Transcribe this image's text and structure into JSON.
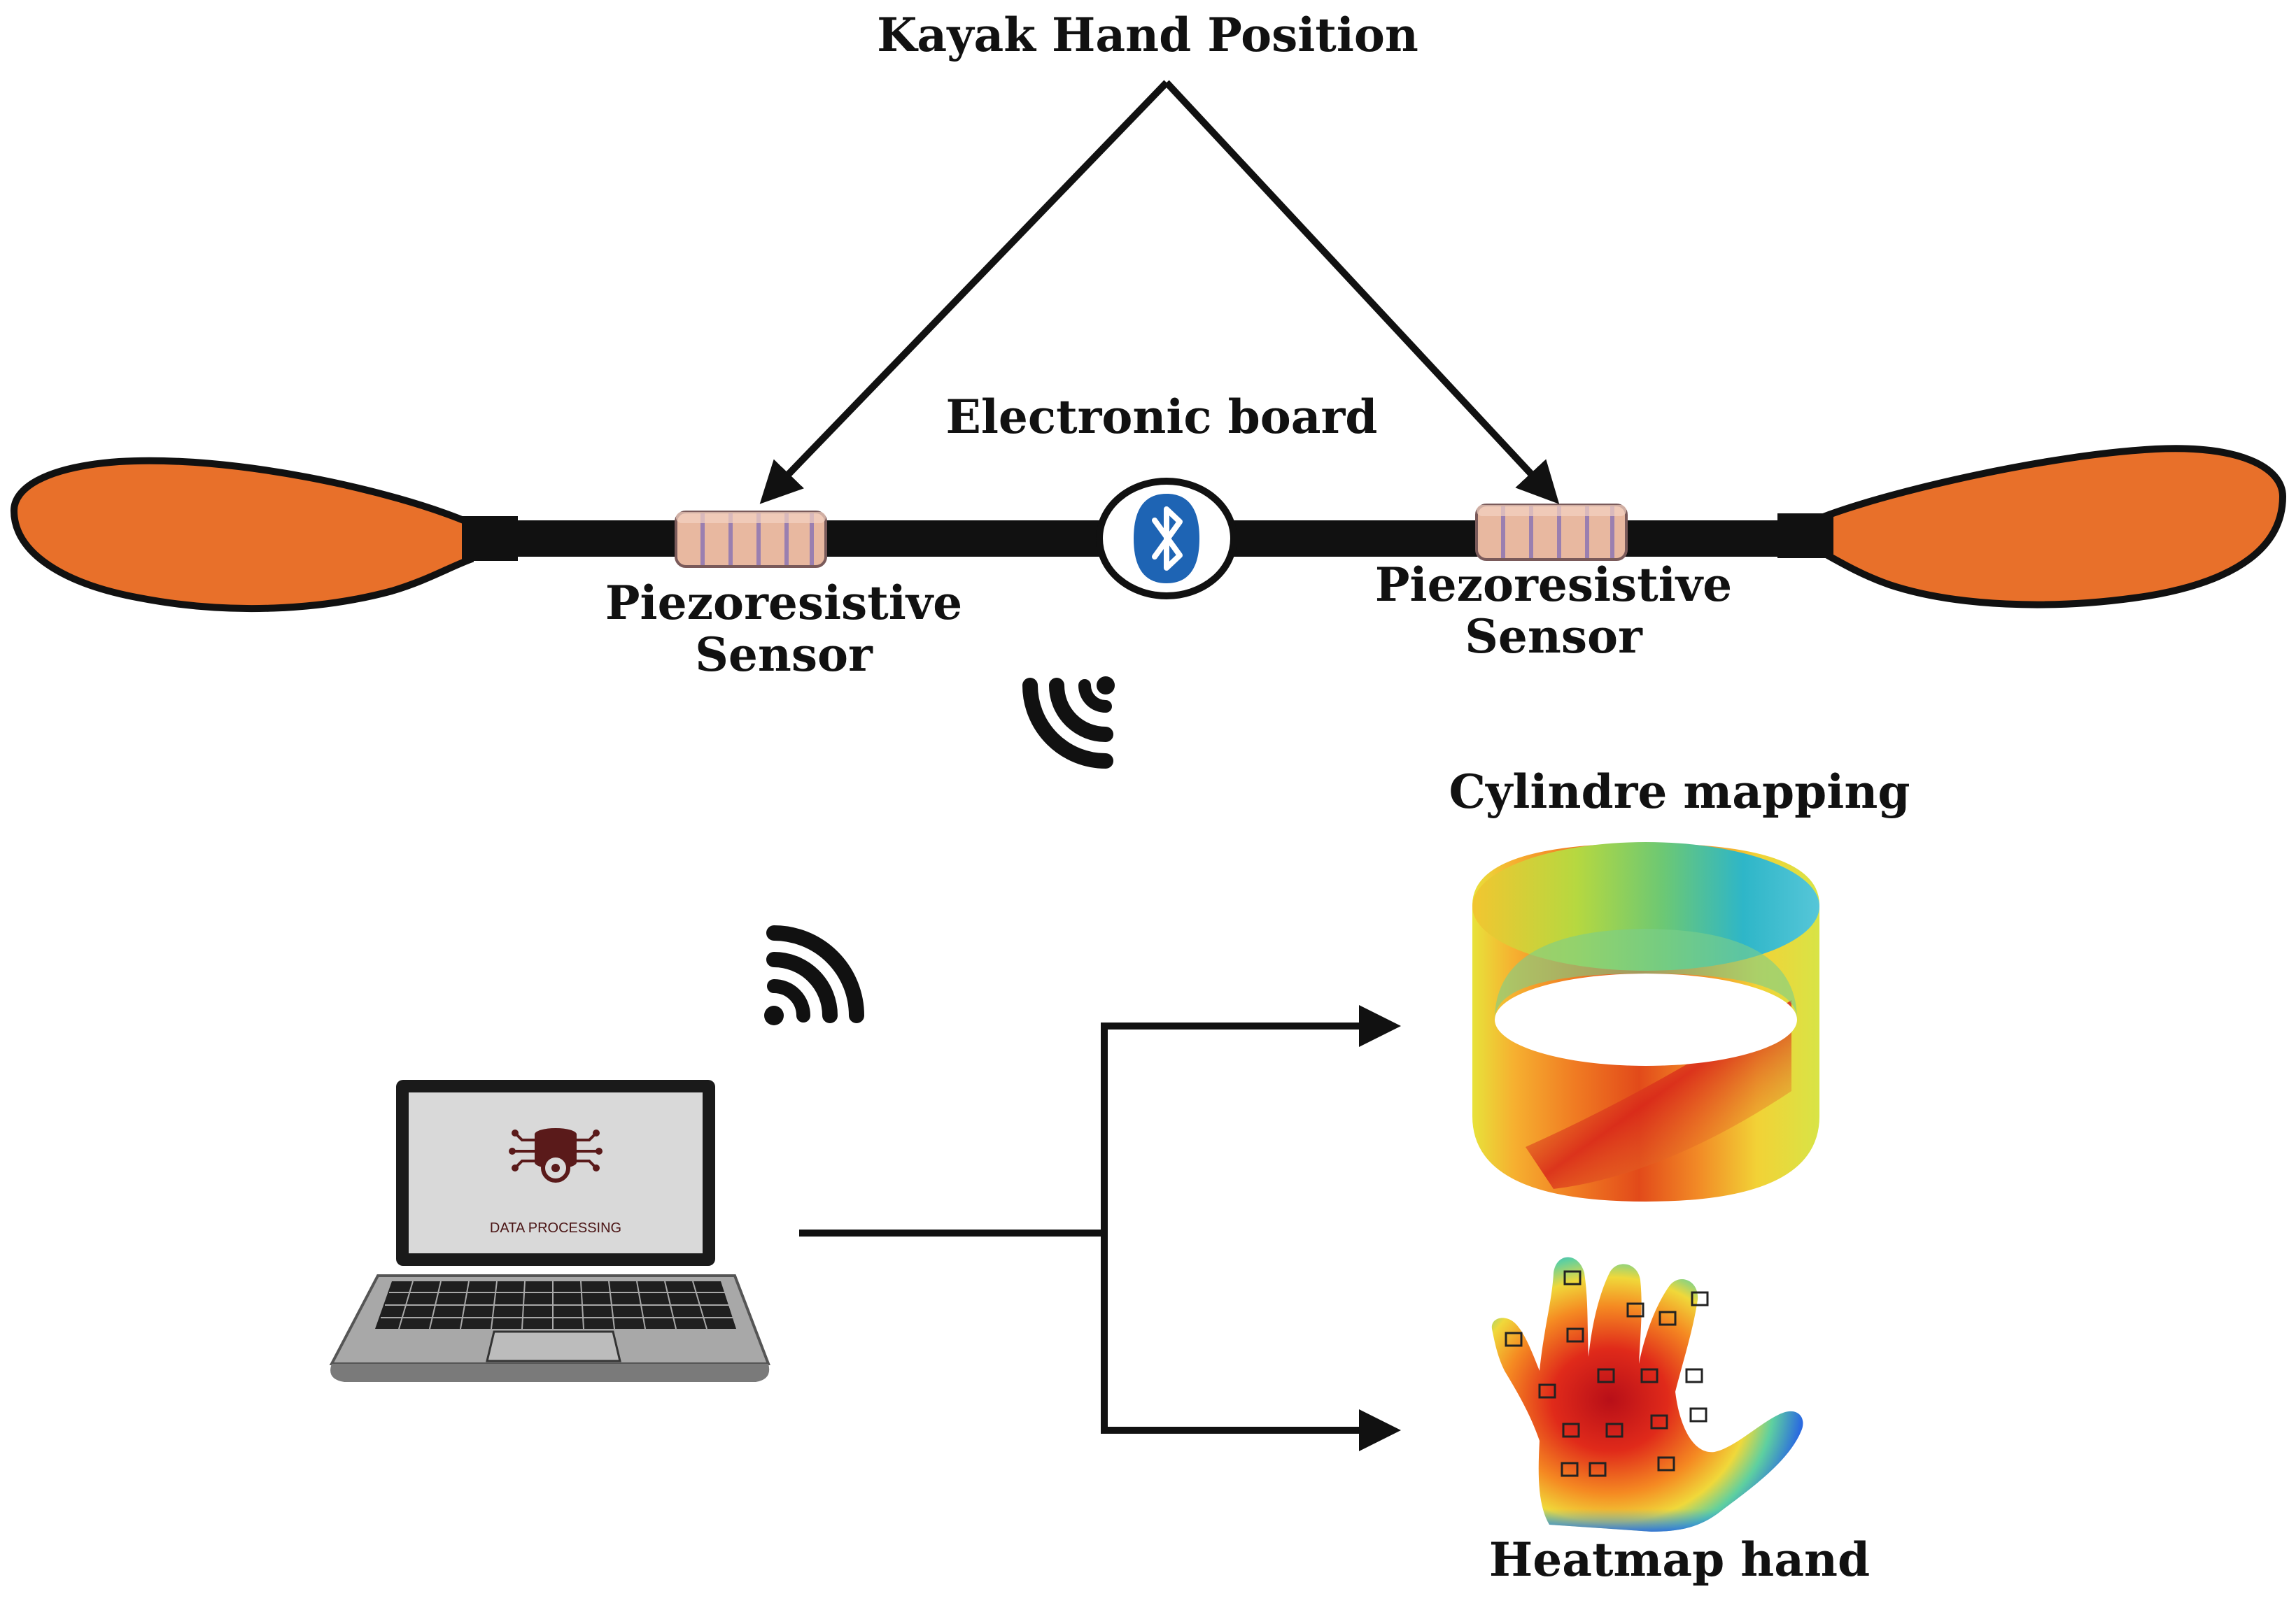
{
  "title": "Kayak Hand Position",
  "board_label": "Electronic board",
  "sensor_left": {
    "line1": "Piezoresistive",
    "line2": "Sensor"
  },
  "sensor_right": {
    "line1": "Piezoresistive",
    "line2": "Sensor"
  },
  "laptop_screen_text": "DATA PROCESSING",
  "cylinder_label": "Cylindre mapping",
  "hand_label": "Heatmap hand",
  "icons": [
    "paddle-blade-icon",
    "bluetooth-icon",
    "wireless-signal-icon",
    "laptop-icon",
    "database-gear-icon",
    "cylinder-heatmap-icon",
    "hand-heatmap-icon"
  ],
  "colors": {
    "blade": "#e8702a",
    "shaft": "#111111",
    "sensor": "#e8b8a0",
    "sensor_stripe": "#9a7fb0",
    "bluetooth": "#1e64b4",
    "laptop_body": "#a8a8a8",
    "laptop_screen": "#d9d9d9",
    "heat_hot": "#c8101a",
    "heat_cold": "#2a6ae0"
  }
}
